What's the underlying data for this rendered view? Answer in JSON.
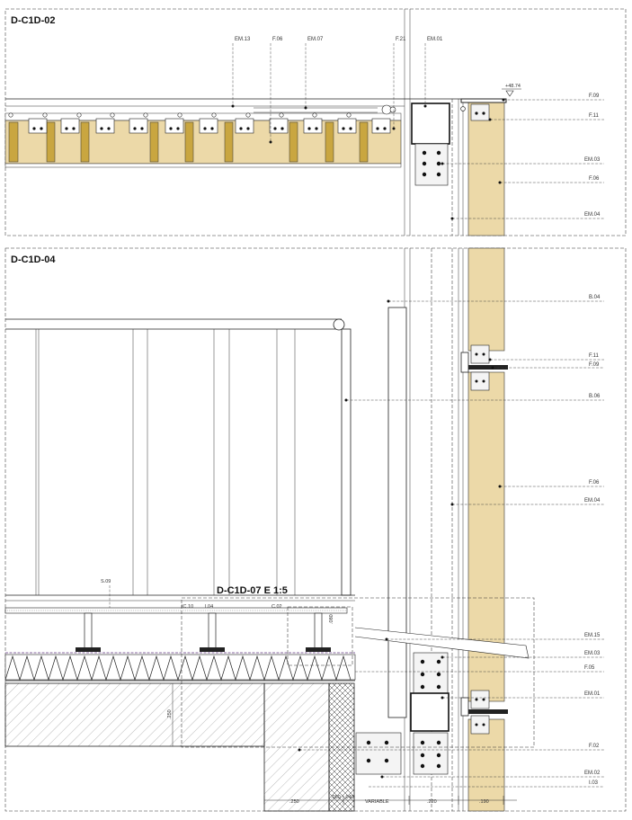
{
  "detail_top": {
    "title": "D-C1D-02",
    "labels_top": [
      "EM.13",
      "F.06",
      "EM.07",
      "F.21",
      "EM.01"
    ],
    "level": "+48.74",
    "labels_right": [
      "F.09",
      "F.11",
      "EM.03",
      "F.06",
      "EM.04"
    ]
  },
  "detail_bottom": {
    "title": "D-C1D-04",
    "callout": "D-C1D-07 E 1:5",
    "labels_right": [
      "B.04",
      "F.11",
      "F.09",
      "B.06",
      "F.06",
      "EM.04",
      "EM.15",
      "EM.03",
      "F.05",
      "EM.01",
      "F.02",
      "EM.02",
      "I.03"
    ],
    "labels_inner": [
      "S.09",
      "IC.10",
      "I.04",
      "C.02"
    ],
    "dims_vertical": [
      ".080",
      ".250"
    ],
    "dims_bottom": [
      ".250",
      ".060",
      ".040",
      "VARIABLE",
      ".220",
      ".190"
    ]
  },
  "colors": {
    "wood": "#ecd9a8",
    "dark_wood": "#c9a640",
    "insulation_hatch": "#8a6aa0",
    "line": "#222222"
  }
}
